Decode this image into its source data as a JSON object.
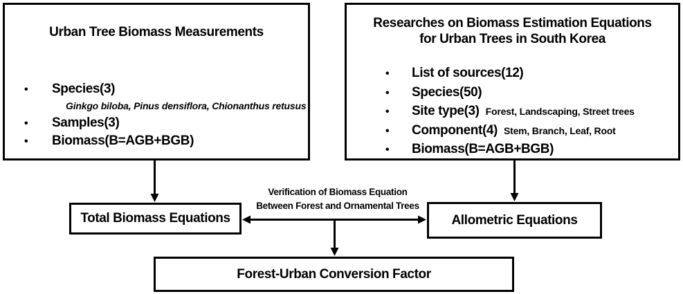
{
  "figure": {
    "kind": "flow-diagram",
    "background_color": "#ffffff",
    "ink_color": "#000000"
  },
  "glyphs": {
    "bullet": "•"
  },
  "boxes": {
    "measurements": {
      "title": "Urban Tree Biomass Measurements",
      "items": [
        {
          "main": "Species(3)",
          "sub": "Ginkgo biloba, Pinus densiflora, Chionanthus retusus"
        },
        {
          "main": "Samples(3)"
        },
        {
          "main": "Biomass(B=AGB+BGB)"
        }
      ]
    },
    "researches": {
      "title_line1": "Researches on Biomass Estimation Equations",
      "title_line2": "for Urban Trees in South Korea",
      "items": [
        {
          "main": "List of sources(12)"
        },
        {
          "main": "Species(50)"
        },
        {
          "main": "Site type(3)",
          "note": "Forest, Landscaping, Street trees"
        },
        {
          "main": "Component(4)",
          "note": "Stem, Branch, Leaf, Root"
        },
        {
          "main": "Biomass(B=AGB+BGB)"
        }
      ]
    },
    "total_biomass": {
      "label": "Total Biomass Equations"
    },
    "allometric": {
      "label": "Allometric Equations"
    },
    "conversion": {
      "label": "Forest-Urban Conversion Factor"
    }
  },
  "annotations": {
    "verification_line1": "Verification of Biomass Equation",
    "verification_line2": "Between Forest and Ornamental Trees"
  }
}
